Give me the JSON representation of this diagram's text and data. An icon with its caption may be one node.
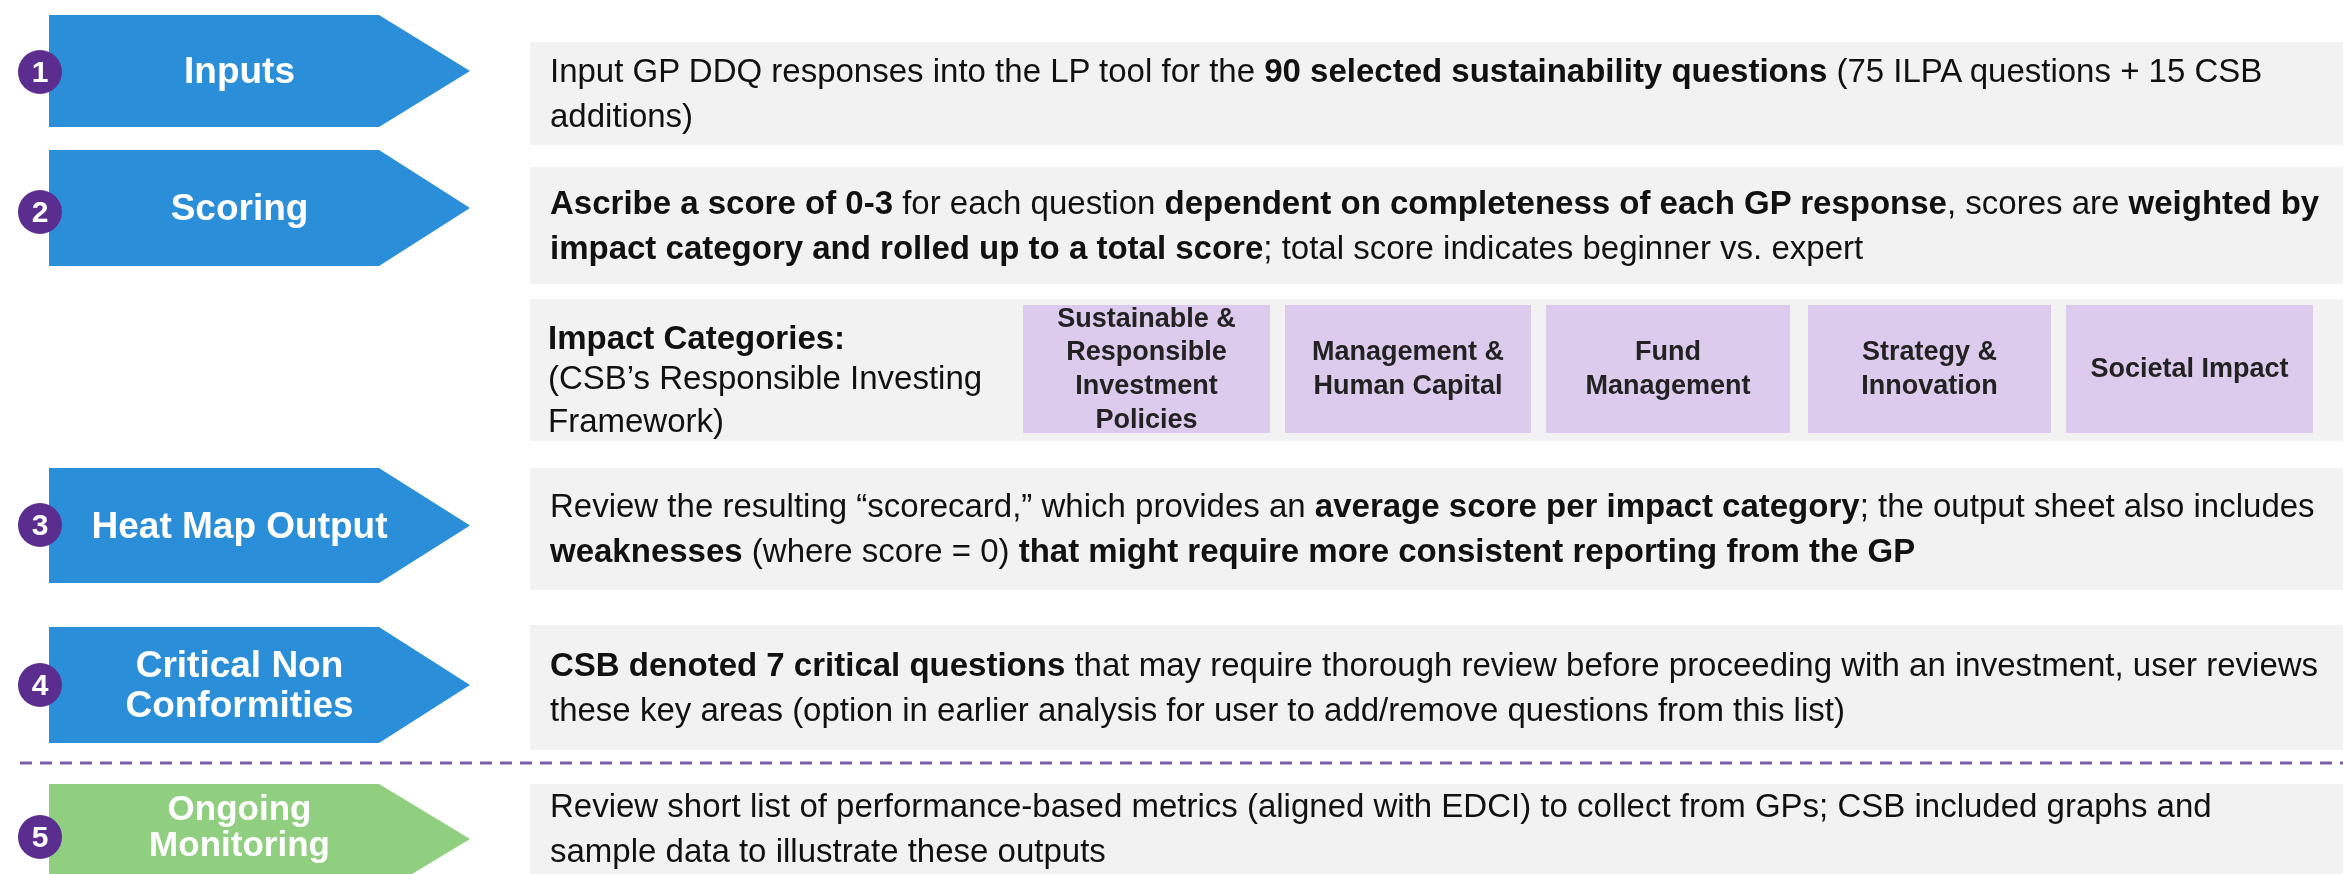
{
  "diagram": {
    "nodes": [
      {
        "text": [
          "1"
        ]
      },
      {
        "text": [
          "Inputs"
        ]
      },
      {
        "text": [
          "Input GP DDQ responses into the LP tool for the **90 selected sustainability questions** (75 ILPA questions + 15 CSB additions)"
        ]
      },
      {
        "text": [
          "2"
        ]
      },
      {
        "text": [
          "Scoring"
        ]
      },
      {
        "text": [
          "**Ascribe a score of 0-3** for each question **dependent on completeness of each GP response**, scores are **weighted by impact category and rolled up to a total score**; total score indicates beginner vs. expert"
        ]
      },
      {
        "text": [
          "Impact Categories:",
          "(CSB’s Responsible Investing Framework)"
        ]
      },
      {
        "text": [
          "Sustainable & Responsible Investment Policies"
        ],
        "in": 6
      },
      {
        "text": [
          "Management & Human Capital"
        ],
        "in": 6
      },
      {
        "text": [
          "Fund Management"
        ],
        "in": 6
      },
      {
        "text": [
          "Strategy & Innovation"
        ],
        "in": 6
      },
      {
        "text": [
          "Societal Impact"
        ],
        "in": 6
      },
      {
        "text": [
          "3"
        ]
      },
      {
        "text": [
          "Heat Map Output"
        ]
      },
      {
        "text": [
          "Review the resulting “scorecard,” which provides an **average score per impact category**; the output sheet also includes **weaknesses** (where score = 0) **that might require more consistent reporting from the GP**"
        ]
      },
      {
        "text": [
          "4"
        ]
      },
      {
        "text": [
          "Critical Non Conformities"
        ]
      },
      {
        "text": [
          "**CSB denoted 7 critical questions** that may require thorough review before proceeding with an investment, user reviews these key areas (option in earlier analysis for user to add/remove questions from this list)"
        ]
      },
      {
        "text": [
          "5"
        ]
      },
      {
        "text": [
          "Ongoing Monitoring"
        ]
      },
      {
        "text": [
          "Review short list of performance-based metrics (aligned with EDCI) to collect from GPs; CSB included graphs and sample data to illustrate these outputs"
        ]
      }
    ],
    "edges": []
  }
}
